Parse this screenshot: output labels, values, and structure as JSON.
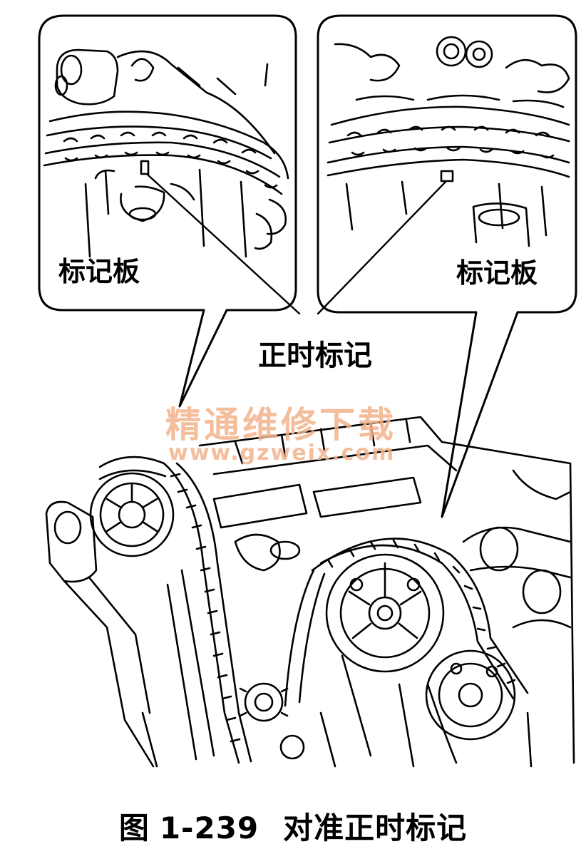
{
  "callouts": {
    "left_label": "标记板",
    "right_label": "标记板",
    "pointer_label": "正时标记"
  },
  "watermark": {
    "text": "精通维修下载",
    "url": "www.gzweix.com",
    "color": "#f3b28b"
  },
  "caption": {
    "prefix": "图",
    "number": "1-239",
    "title": "对准正时标记"
  }
}
